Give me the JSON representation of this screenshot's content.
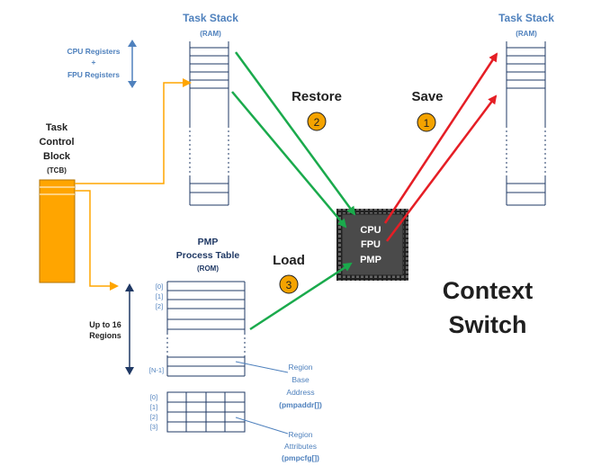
{
  "colors": {
    "blue_light": "#4f81bd",
    "navy": "#1f3864",
    "dark_text": "#1f1f1f",
    "orange": "#ffa500",
    "orange_badge": "#f4a300",
    "green": "#1aaa4c",
    "red": "#e51e25",
    "chip_dark": "#4a4a4a",
    "white": "#ffffff"
  },
  "left_stack": {
    "title": "Task Stack",
    "subtitle": "(RAM)"
  },
  "right_stack": {
    "title": "Task Stack",
    "subtitle": "(RAM)"
  },
  "registers": {
    "line1": "CPU Registers",
    "line2": "+",
    "line3": "FPU Registers"
  },
  "tcb": {
    "line1": "Task",
    "line2": "Control",
    "line3": "Block",
    "line4": "(TCB)"
  },
  "steps": {
    "restore": {
      "label": "Restore",
      "num": "2"
    },
    "save": {
      "label": "Save",
      "num": "1"
    },
    "load": {
      "label": "Load",
      "num": "3"
    }
  },
  "chip": {
    "line1": "CPU",
    "line2": "FPU",
    "line3": "PMP"
  },
  "pmp": {
    "line1": "PMP",
    "line2": "Process Table",
    "line3": "(ROM)"
  },
  "regions": {
    "line1": "Up to 16",
    "line2": "Regions"
  },
  "pmp_index_labels": [
    "[0]",
    "[1]",
    "[2]",
    "[N-1]"
  ],
  "cfg_index_labels": [
    "[0]",
    "[1]",
    "[2]",
    "[3]"
  ],
  "region_base": {
    "line1": "Region",
    "line2": "Base",
    "line3": "Address",
    "line4": "(pmpaddr[])"
  },
  "region_attr": {
    "line1": "Region",
    "line2": "Attributes",
    "line3": "(pmpcfg[])"
  },
  "headline": {
    "line1": "Context",
    "line2": "Switch"
  }
}
